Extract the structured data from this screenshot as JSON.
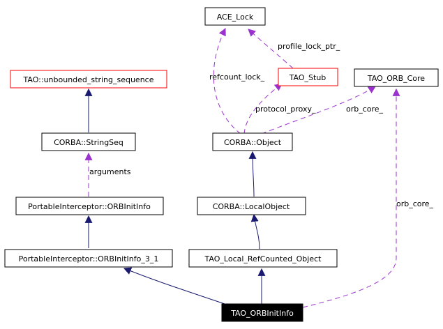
{
  "colors": {
    "inheritance": "#191970",
    "usage": "#9a32cd",
    "box_border": "#000000",
    "template_border": "#ff0000",
    "highlight_fill": "#000000",
    "highlight_text": "#ffffff"
  },
  "nodes": {
    "ace_lock": "ACE_Lock",
    "unbounded_string_sequence": "TAO::unbounded_string_sequence",
    "tao_stub": "TAO_Stub",
    "tao_orb_core": "TAO_ORB_Core",
    "string_seq": "CORBA::StringSeq",
    "corba_object": "CORBA::Object",
    "orb_init_info": "PortableInterceptor::ORBInitInfo",
    "local_object": "CORBA::LocalObject",
    "orb_init_info_3_1": "PortableInterceptor::ORBInitInfo_3_1",
    "local_refcounted": "TAO_Local_RefCounted_Object",
    "tao_orb_init_info": "TAO_ORBInitInfo"
  },
  "edge_labels": {
    "profile_lock_ptr": "profile_lock_ptr_",
    "refcount_lock": "refcount_lock_",
    "protocol_proxy": "protocol_proxy_",
    "orb_core_object": "orb_core_",
    "arguments": "arguments",
    "orb_core_info": "orb_core_"
  }
}
